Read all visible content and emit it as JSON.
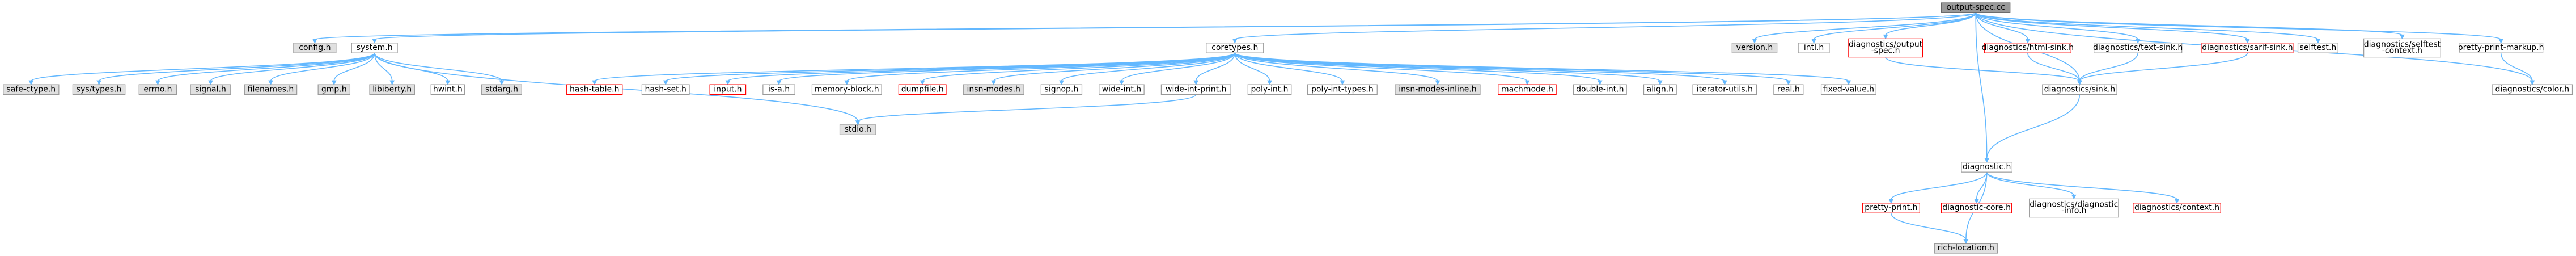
{
  "colors": {
    "edge": "#63b8ff",
    "root_fill": "#999999",
    "root_border": "#666666",
    "gray_fill": "#e0e0e0",
    "gray_border": "#999999",
    "white_fill": "#ffffff",
    "white_border": "#999999",
    "red_fill": "#ffffff",
    "red_border": "#ff0000"
  },
  "nodes": [
    {
      "id": "output-spec-cc",
      "style": "root",
      "lines": [
        "output-spec.cc"
      ]
    },
    {
      "id": "config-h",
      "style": "gray",
      "lines": [
        "config.h"
      ]
    },
    {
      "id": "system-h",
      "style": "white",
      "lines": [
        "system.h"
      ]
    },
    {
      "id": "coretypes-h",
      "style": "white",
      "lines": [
        "coretypes.h"
      ]
    },
    {
      "id": "version-h",
      "style": "gray",
      "lines": [
        "version.h"
      ]
    },
    {
      "id": "intl-h",
      "style": "white",
      "lines": [
        "intl.h"
      ]
    },
    {
      "id": "diagnostics-output-spec-h",
      "style": "red",
      "lines": [
        "diagnostics/output",
        "-spec.h"
      ]
    },
    {
      "id": "diagnostics-html-sink-h",
      "style": "red",
      "lines": [
        "diagnostics/html-sink.h"
      ]
    },
    {
      "id": "diagnostics-text-sink-h",
      "style": "white",
      "lines": [
        "diagnostics/text-sink.h"
      ]
    },
    {
      "id": "diagnostics-sarif-sink-h",
      "style": "red",
      "lines": [
        "diagnostics/sarif-sink.h"
      ]
    },
    {
      "id": "selftest-h",
      "style": "white",
      "lines": [
        "selftest.h"
      ]
    },
    {
      "id": "diagnostics-selftest-context-h",
      "style": "white",
      "lines": [
        "diagnostics/selftest",
        "-context.h"
      ]
    },
    {
      "id": "pretty-print-markup-h",
      "style": "white",
      "lines": [
        "pretty-print-markup.h"
      ]
    },
    {
      "id": "safe-ctype-h",
      "style": "gray",
      "lines": [
        "safe-ctype.h"
      ]
    },
    {
      "id": "sys-types-h",
      "style": "gray",
      "lines": [
        "sys/types.h"
      ]
    },
    {
      "id": "errno-h",
      "style": "gray",
      "lines": [
        "errno.h"
      ]
    },
    {
      "id": "signal-h",
      "style": "gray",
      "lines": [
        "signal.h"
      ]
    },
    {
      "id": "filenames-h",
      "style": "gray",
      "lines": [
        "filenames.h"
      ]
    },
    {
      "id": "gmp-h",
      "style": "gray",
      "lines": [
        "gmp.h"
      ]
    },
    {
      "id": "libiberty-h",
      "style": "gray",
      "lines": [
        "libiberty.h"
      ]
    },
    {
      "id": "hwint-h",
      "style": "white",
      "lines": [
        "hwint.h"
      ]
    },
    {
      "id": "stdarg-h",
      "style": "gray",
      "lines": [
        "stdarg.h"
      ]
    },
    {
      "id": "stdio-h",
      "style": "gray",
      "lines": [
        "stdio.h"
      ]
    },
    {
      "id": "hash-table-h",
      "style": "red",
      "lines": [
        "hash-table.h"
      ]
    },
    {
      "id": "hash-set-h",
      "style": "white",
      "lines": [
        "hash-set.h"
      ]
    },
    {
      "id": "input-h",
      "style": "red",
      "lines": [
        "input.h"
      ]
    },
    {
      "id": "is-a-h",
      "style": "white",
      "lines": [
        "is-a.h"
      ]
    },
    {
      "id": "memory-block-h",
      "style": "white",
      "lines": [
        "memory-block.h"
      ]
    },
    {
      "id": "dumpfile-h",
      "style": "red",
      "lines": [
        "dumpfile.h"
      ]
    },
    {
      "id": "insn-modes-h",
      "style": "gray",
      "lines": [
        "insn-modes.h"
      ]
    },
    {
      "id": "signop-h",
      "style": "white",
      "lines": [
        "signop.h"
      ]
    },
    {
      "id": "wide-int-h",
      "style": "white",
      "lines": [
        "wide-int.h"
      ]
    },
    {
      "id": "wide-int-print-h",
      "style": "white",
      "lines": [
        "wide-int-print.h"
      ]
    },
    {
      "id": "poly-int-h",
      "style": "white",
      "lines": [
        "poly-int.h"
      ]
    },
    {
      "id": "poly-int-types-h",
      "style": "white",
      "lines": [
        "poly-int-types.h"
      ]
    },
    {
      "id": "insn-modes-inline-h",
      "style": "gray",
      "lines": [
        "insn-modes-inline.h"
      ]
    },
    {
      "id": "machmode-h",
      "style": "red",
      "lines": [
        "machmode.h"
      ]
    },
    {
      "id": "double-int-h",
      "style": "white",
      "lines": [
        "double-int.h"
      ]
    },
    {
      "id": "align-h",
      "style": "white",
      "lines": [
        "align.h"
      ]
    },
    {
      "id": "iterator-utils-h",
      "style": "white",
      "lines": [
        "iterator-utils.h"
      ]
    },
    {
      "id": "real-h",
      "style": "white",
      "lines": [
        "real.h"
      ]
    },
    {
      "id": "fixed-value-h",
      "style": "white",
      "lines": [
        "fixed-value.h"
      ]
    },
    {
      "id": "diagnostics-sink-h",
      "style": "white",
      "lines": [
        "diagnostics/sink.h"
      ]
    },
    {
      "id": "diagnostics-color-h",
      "style": "white",
      "lines": [
        "diagnostics/color.h"
      ]
    },
    {
      "id": "diagnostic-h",
      "style": "white",
      "lines": [
        "diagnostic.h"
      ]
    },
    {
      "id": "pretty-print-h",
      "style": "red",
      "lines": [
        "pretty-print.h"
      ]
    },
    {
      "id": "diagnostic-core-h",
      "style": "red",
      "lines": [
        "diagnostic-core.h"
      ]
    },
    {
      "id": "diagnostics-diagnostic-info-h",
      "style": "white",
      "lines": [
        "diagnostics/diagnostic",
        "-info.h"
      ]
    },
    {
      "id": "diagnostics-context-h",
      "style": "red",
      "lines": [
        "diagnostics/context.h"
      ]
    },
    {
      "id": "rich-location-h",
      "style": "gray",
      "lines": [
        "rich-location.h"
      ]
    }
  ],
  "edges": [
    [
      "output-spec-cc",
      "config-h"
    ],
    [
      "output-spec-cc",
      "system-h"
    ],
    [
      "output-spec-cc",
      "coretypes-h"
    ],
    [
      "output-spec-cc",
      "version-h"
    ],
    [
      "output-spec-cc",
      "intl-h"
    ],
    [
      "output-spec-cc",
      "diagnostic-h"
    ],
    [
      "output-spec-cc",
      "diagnostics-output-spec-h"
    ],
    [
      "output-spec-cc",
      "diagnostics-html-sink-h"
    ],
    [
      "output-spec-cc",
      "diagnostics-text-sink-h"
    ],
    [
      "output-spec-cc",
      "diagnostics-sarif-sink-h"
    ],
    [
      "output-spec-cc",
      "selftest-h"
    ],
    [
      "output-spec-cc",
      "diagnostics-selftest-context-h"
    ],
    [
      "output-spec-cc",
      "pretty-print-markup-h"
    ],
    [
      "output-spec-cc",
      "diagnostics-sink-h"
    ],
    [
      "output-spec-cc",
      "diagnostics-color-h"
    ],
    [
      "system-h",
      "safe-ctype-h"
    ],
    [
      "system-h",
      "sys-types-h"
    ],
    [
      "system-h",
      "errno-h"
    ],
    [
      "system-h",
      "signal-h"
    ],
    [
      "system-h",
      "filenames-h"
    ],
    [
      "system-h",
      "gmp-h"
    ],
    [
      "system-h",
      "libiberty-h"
    ],
    [
      "system-h",
      "hwint-h"
    ],
    [
      "system-h",
      "stdarg-h"
    ],
    [
      "system-h",
      "stdio-h"
    ],
    [
      "coretypes-h",
      "hash-table-h"
    ],
    [
      "coretypes-h",
      "hash-set-h"
    ],
    [
      "coretypes-h",
      "input-h"
    ],
    [
      "coretypes-h",
      "is-a-h"
    ],
    [
      "coretypes-h",
      "memory-block-h"
    ],
    [
      "coretypes-h",
      "dumpfile-h"
    ],
    [
      "coretypes-h",
      "insn-modes-h"
    ],
    [
      "coretypes-h",
      "signop-h"
    ],
    [
      "coretypes-h",
      "wide-int-h"
    ],
    [
      "coretypes-h",
      "wide-int-print-h"
    ],
    [
      "coretypes-h",
      "poly-int-h"
    ],
    [
      "coretypes-h",
      "poly-int-types-h"
    ],
    [
      "coretypes-h",
      "insn-modes-inline-h"
    ],
    [
      "coretypes-h",
      "machmode-h"
    ],
    [
      "coretypes-h",
      "double-int-h"
    ],
    [
      "coretypes-h",
      "align-h"
    ],
    [
      "coretypes-h",
      "iterator-utils-h"
    ],
    [
      "coretypes-h",
      "real-h"
    ],
    [
      "coretypes-h",
      "fixed-value-h"
    ],
    [
      "wide-int-print-h",
      "stdio-h"
    ],
    [
      "diagnostics-output-spec-h",
      "diagnostics-sink-h"
    ],
    [
      "diagnostics-html-sink-h",
      "diagnostics-sink-h"
    ],
    [
      "diagnostics-text-sink-h",
      "diagnostics-sink-h"
    ],
    [
      "diagnostics-sarif-sink-h",
      "diagnostics-sink-h"
    ],
    [
      "pretty-print-markup-h",
      "diagnostics-color-h"
    ],
    [
      "diagnostics-sink-h",
      "diagnostic-h"
    ],
    [
      "diagnostic-h",
      "pretty-print-h"
    ],
    [
      "diagnostic-h",
      "diagnostic-core-h"
    ],
    [
      "diagnostic-h",
      "diagnostics-diagnostic-info-h"
    ],
    [
      "diagnostic-h",
      "diagnostics-context-h"
    ],
    [
      "diagnostic-h",
      "rich-location-h"
    ],
    [
      "pretty-print-h",
      "rich-location-h"
    ]
  ]
}
